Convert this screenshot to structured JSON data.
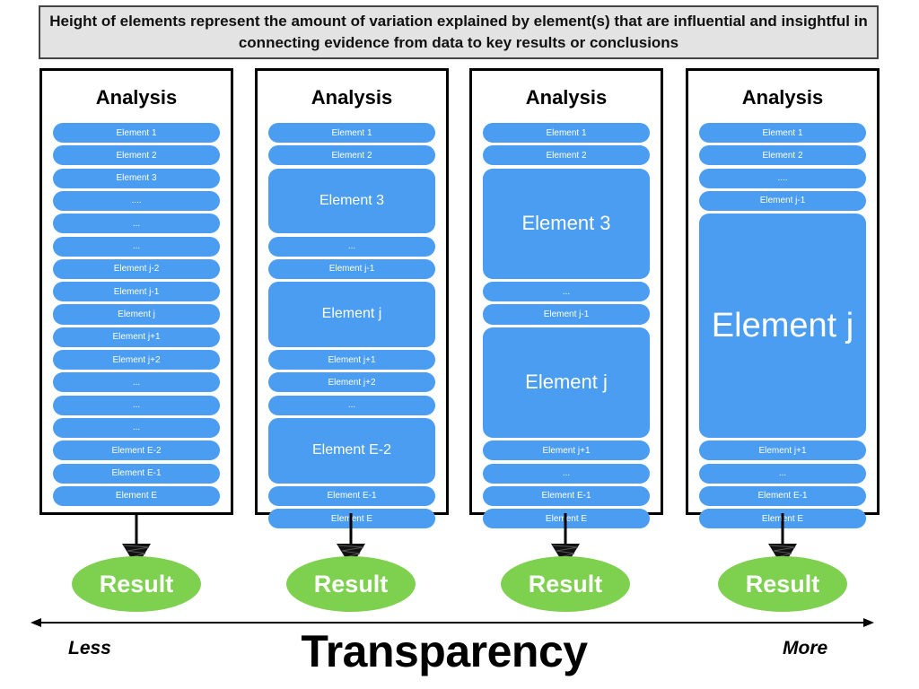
{
  "header": {
    "text": "Height of elements represent the amount of variation explained by element(s) that are influential and insightful in connecting evidence from data to key results or conclusions"
  },
  "colors": {
    "element": "#4a9df0",
    "result": "#7ed04f",
    "header_bg": "#e3e3e3",
    "panel_border": "#000000"
  },
  "panels": [
    {
      "title": "Analysis",
      "result": "Result",
      "elements": [
        {
          "label": "Element 1",
          "weight": 1
        },
        {
          "label": "Element 2",
          "weight": 1
        },
        {
          "label": "Element 3",
          "weight": 1
        },
        {
          "label": "....",
          "weight": 1
        },
        {
          "label": "...",
          "weight": 1
        },
        {
          "label": "...",
          "weight": 1
        },
        {
          "label": "Element j-2",
          "weight": 1
        },
        {
          "label": "Element j-1",
          "weight": 1
        },
        {
          "label": "Element j",
          "weight": 1
        },
        {
          "label": "Element j+1",
          "weight": 1
        },
        {
          "label": "Element j+2",
          "weight": 1
        },
        {
          "label": "...",
          "weight": 1
        },
        {
          "label": "...",
          "weight": 1
        },
        {
          "label": "...",
          "weight": 1
        },
        {
          "label": "Element E-2",
          "weight": 1
        },
        {
          "label": "Element E-1",
          "weight": 1
        },
        {
          "label": "Element E",
          "weight": 1
        }
      ]
    },
    {
      "title": "Analysis",
      "result": "Result",
      "elements": [
        {
          "label": "Element 1",
          "weight": 1
        },
        {
          "label": "Element 2",
          "weight": 1
        },
        {
          "label": "Element 3",
          "weight": 3
        },
        {
          "label": "...",
          "weight": 1
        },
        {
          "label": "Element j-1",
          "weight": 1
        },
        {
          "label": "Element j",
          "weight": 3
        },
        {
          "label": "Element j+1",
          "weight": 1
        },
        {
          "label": "Element j+2",
          "weight": 1
        },
        {
          "label": "...",
          "weight": 1
        },
        {
          "label": "Element E-2",
          "weight": 3
        },
        {
          "label": "Element E-1",
          "weight": 1
        },
        {
          "label": "Element E",
          "weight": 1
        }
      ]
    },
    {
      "title": "Analysis",
      "result": "Result",
      "elements": [
        {
          "label": "Element 1",
          "weight": 1
        },
        {
          "label": "Element 2",
          "weight": 1
        },
        {
          "label": "Element 3",
          "weight": 5
        },
        {
          "label": "...",
          "weight": 1
        },
        {
          "label": "Element j-1",
          "weight": 1
        },
        {
          "label": "Element j",
          "weight": 5
        },
        {
          "label": "Element j+1",
          "weight": 1
        },
        {
          "label": "...",
          "weight": 1
        },
        {
          "label": "Element E-1",
          "weight": 1
        },
        {
          "label": "Element E",
          "weight": 1
        }
      ]
    },
    {
      "title": "Analysis",
      "result": "Result",
      "elements": [
        {
          "label": "Element 1",
          "weight": 1
        },
        {
          "label": "Element 2",
          "weight": 1
        },
        {
          "label": "....",
          "weight": 1
        },
        {
          "label": "Element j-1",
          "weight": 1
        },
        {
          "label": "Element j",
          "weight": 10
        },
        {
          "label": "Element j+1",
          "weight": 1
        },
        {
          "label": "...",
          "weight": 1
        },
        {
          "label": "Element E-1",
          "weight": 1
        },
        {
          "label": "Element E",
          "weight": 1
        }
      ]
    }
  ],
  "axis": {
    "title": "Transparency",
    "left_label": "Less",
    "right_label": "More"
  }
}
